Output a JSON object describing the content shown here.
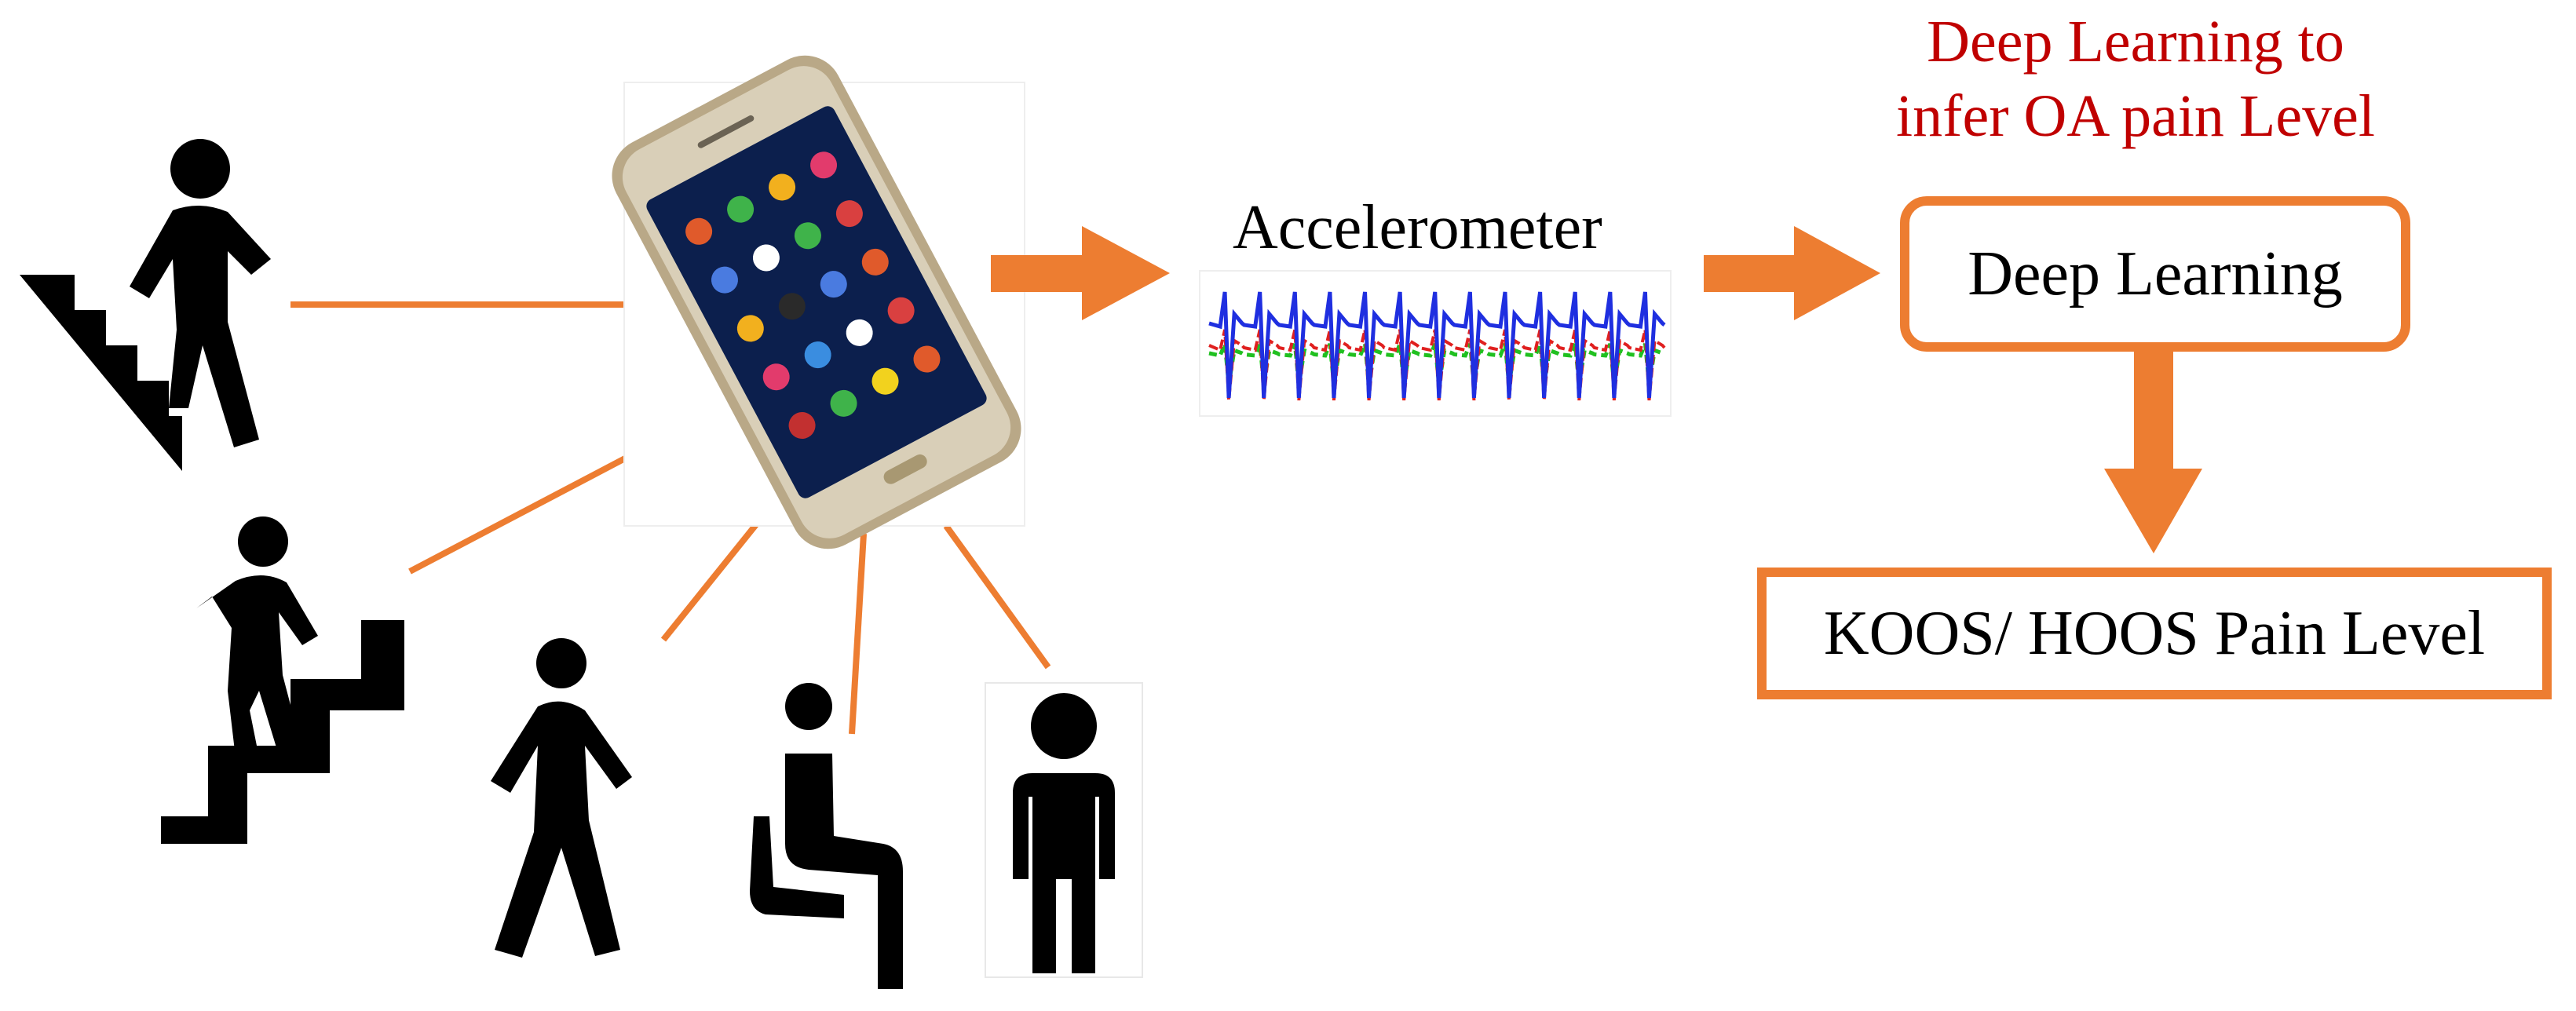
{
  "title": {
    "line1": "Deep Learning to",
    "line2": "infer OA pain Level"
  },
  "sensor_label": "Accelerometer",
  "model_box_label": "Deep Learning",
  "output_box_label": "KOOS/ HOOS Pain Level",
  "activities": [
    "stair-climb-up-icon",
    "stair-climb-down-icon",
    "walking-icon",
    "sitting-icon",
    "standing-icon"
  ],
  "device": "smartphone-icon",
  "colors": {
    "accent": "#ed7d31",
    "title": "#c00000",
    "signal_blue": "#1f2fe0",
    "signal_red": "#e0201f",
    "signal_green": "#20c020",
    "icon": "#000000"
  }
}
